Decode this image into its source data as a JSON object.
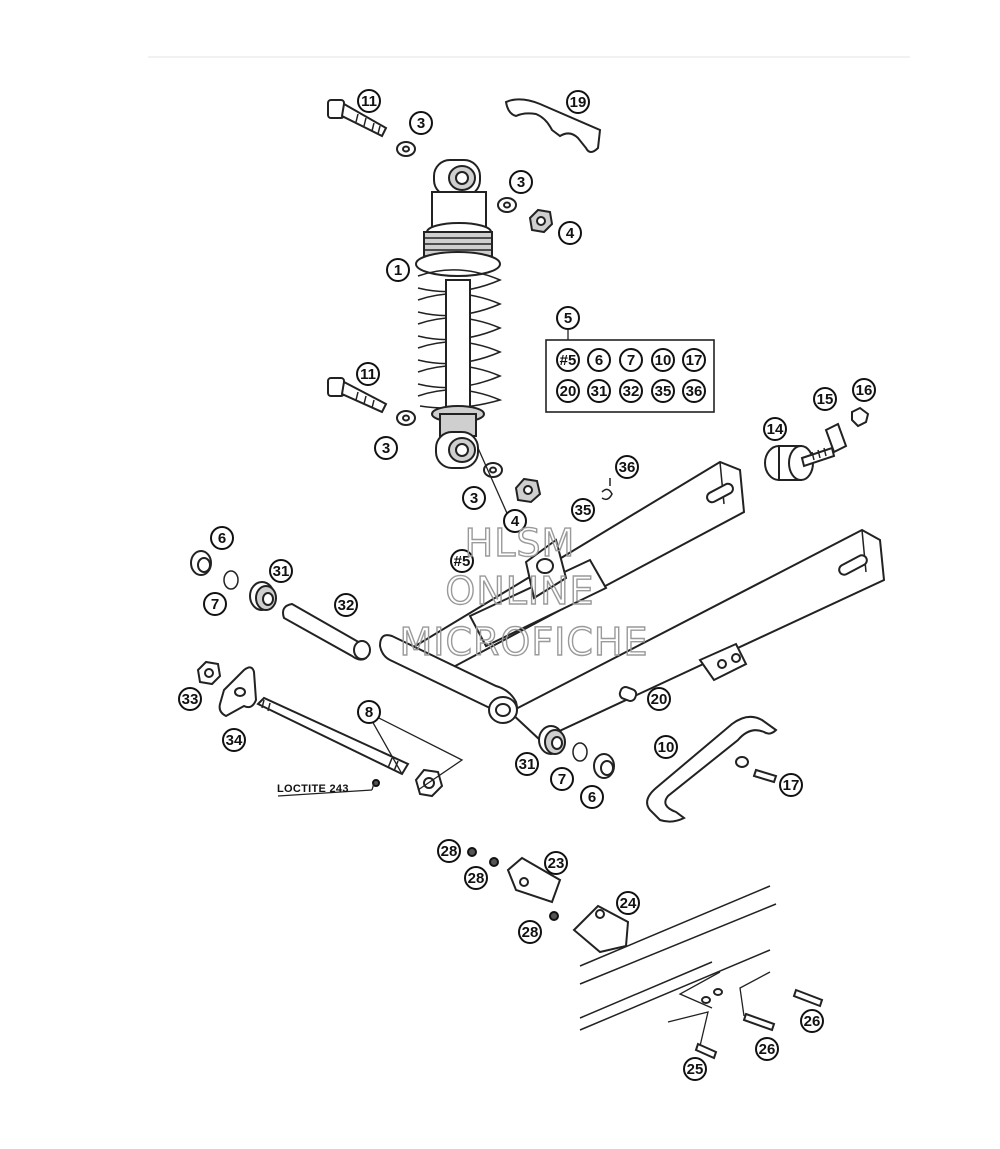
{
  "watermark": {
    "line1": "HLSM",
    "line2": "ONLINE",
    "line3": "MICROFICHE"
  },
  "note": {
    "loctite": "LOCTITE 243"
  },
  "kit": {
    "number": "5",
    "contents": [
      "#5",
      "6",
      "7",
      "10",
      "17",
      "20",
      "31",
      "32",
      "35",
      "36"
    ]
  },
  "callouts": [
    "11",
    "3",
    "19",
    "3",
    "4",
    "1",
    "11",
    "3",
    "3",
    "4",
    "#5",
    "36",
    "35",
    "14",
    "15",
    "16",
    "6",
    "31",
    "7",
    "32",
    "33",
    "34",
    "8",
    "31",
    "7",
    "6",
    "20",
    "10",
    "17",
    "28",
    "28",
    "23",
    "28",
    "24",
    "26",
    "26",
    "25"
  ]
}
